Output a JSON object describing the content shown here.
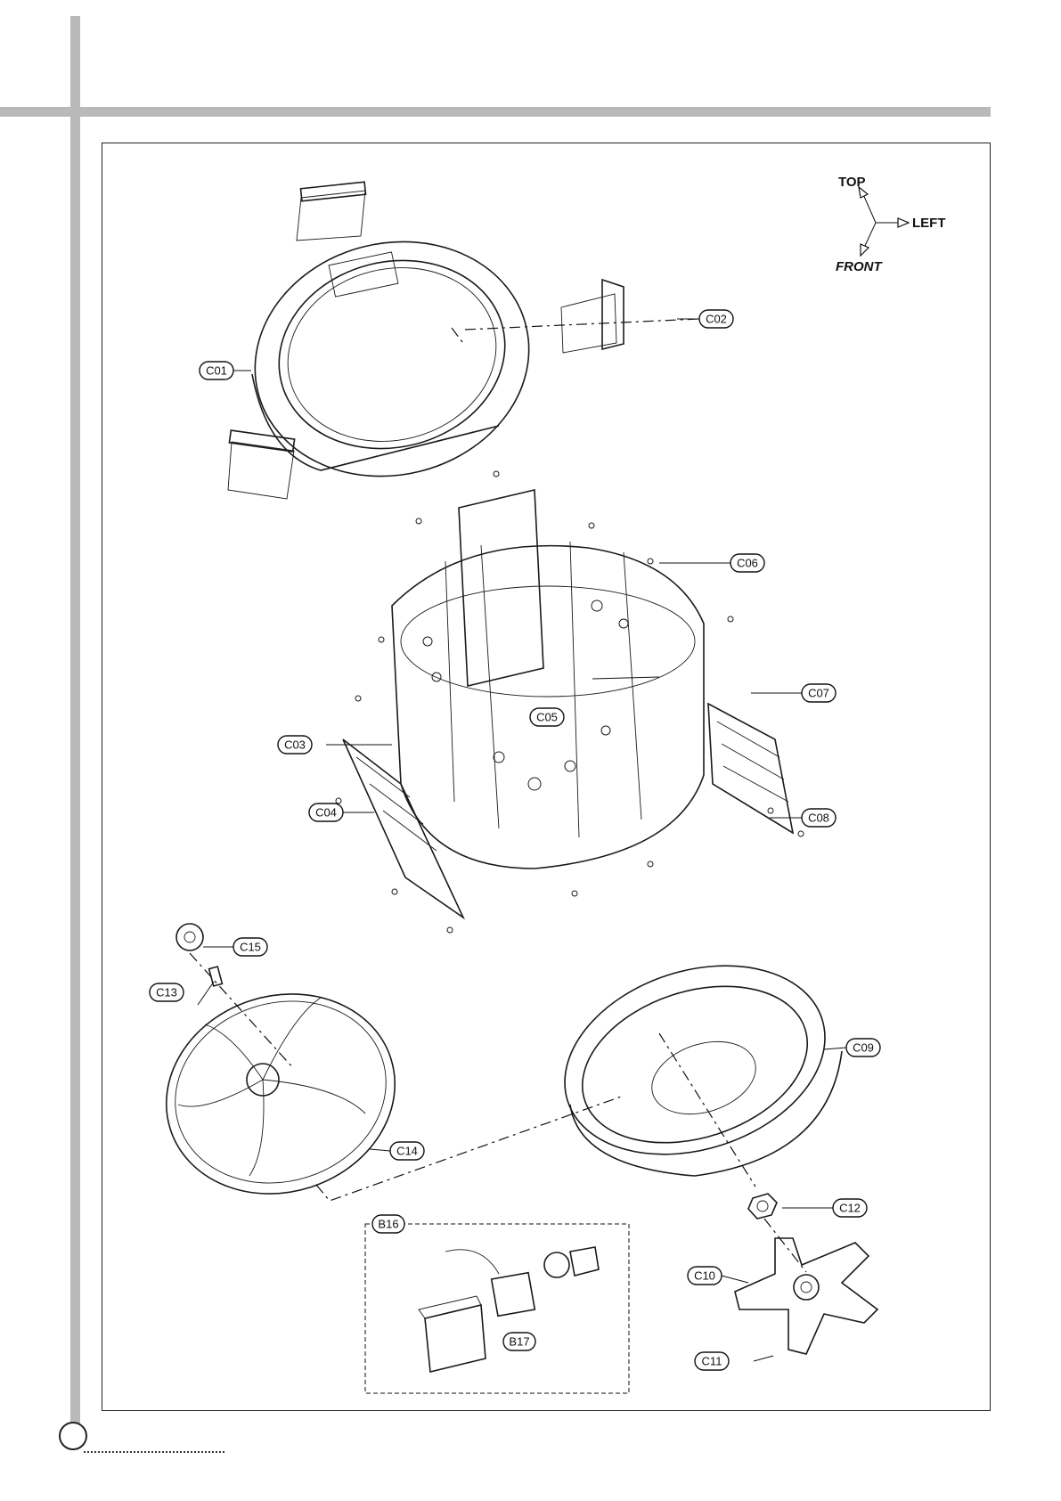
{
  "orientation": {
    "top_label": "TOP",
    "left_label": "LEFT",
    "front_label": "FRONT"
  },
  "callouts": [
    "C01",
    "C02",
    "C03",
    "C04",
    "C05",
    "C06",
    "C07",
    "C08",
    "C09",
    "C10",
    "C11",
    "C12",
    "C13",
    "C14",
    "C15",
    "B16",
    "B17"
  ],
  "icons": {
    "orientation": "axis-arrows-icon",
    "page_number": "page-number-circle-icon"
  }
}
